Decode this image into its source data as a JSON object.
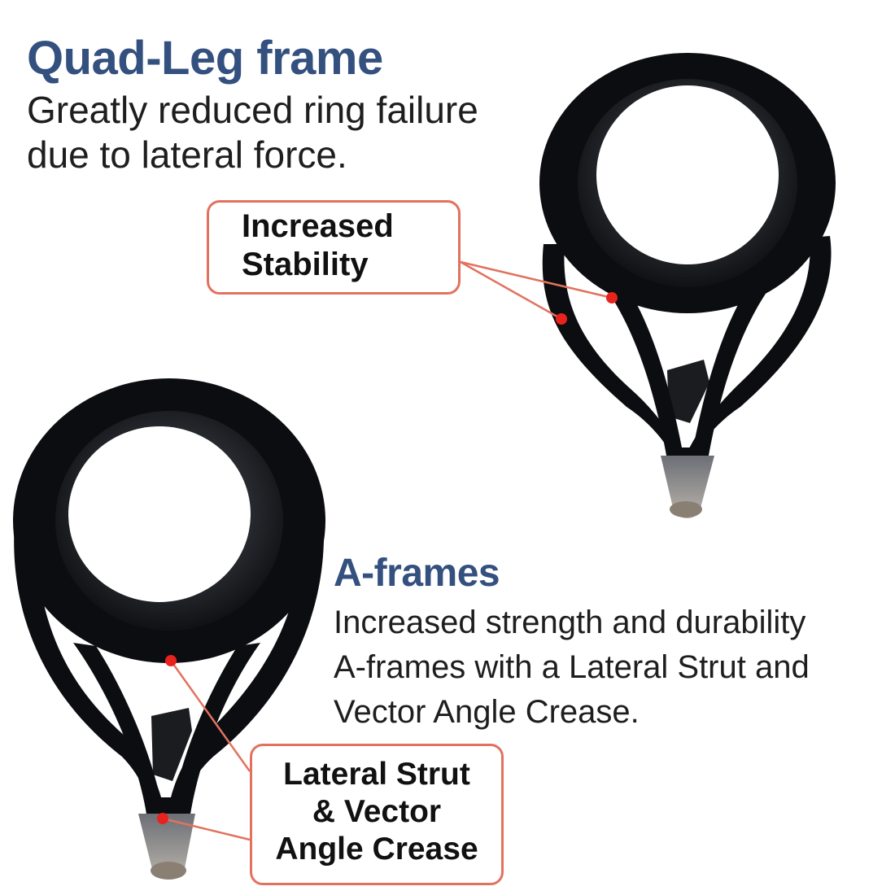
{
  "quad_leg": {
    "heading": "Quad-Leg frame",
    "description_lines": [
      "Greatly reduced ring failure",
      "due to lateral force."
    ]
  },
  "a_frames": {
    "heading": "A-frames",
    "description_lines": [
      "Increased strength and durability",
      "A-frames with a Lateral Strut and",
      "Vector Angle Crease."
    ]
  },
  "callouts": {
    "stability_lines": [
      "Increased",
      "Stability"
    ],
    "strut_lines": [
      "Lateral Strut",
      "& Vector",
      "Angle Crease"
    ]
  },
  "colors": {
    "heading": "#33507f",
    "text": "#1e1e1e",
    "callout_border": "#e2725f",
    "marker": "#e8231d",
    "frame": "#0c0d10",
    "ring_insert": "#181a1e"
  }
}
